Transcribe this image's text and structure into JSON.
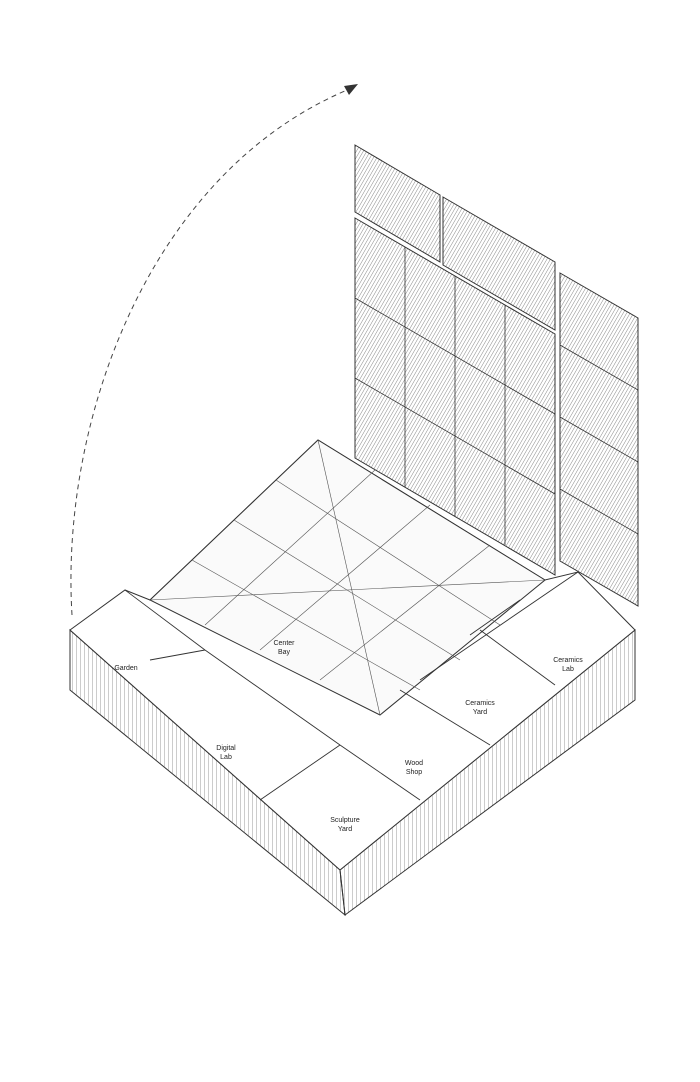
{
  "diagram": {
    "rooms": [
      {
        "id": "garden",
        "line1": "Garden",
        "line2": ""
      },
      {
        "id": "center-bay",
        "line1": "Center",
        "line2": "Bay"
      },
      {
        "id": "digital-lab",
        "line1": "Digital",
        "line2": "Lab"
      },
      {
        "id": "sculpture-yard",
        "line1": "Sculpture",
        "line2": "Yard"
      },
      {
        "id": "wood-shop",
        "line1": "Wood",
        "line2": "Shop"
      },
      {
        "id": "ceramics-yard",
        "line1": "Ceramics",
        "line2": "Yard"
      },
      {
        "id": "ceramics-lab",
        "line1": "Ceramics",
        "line2": "Lab"
      }
    ],
    "colors": {
      "line": "#333333",
      "panel": "#7a7a7a",
      "paper": "#ffffff"
    }
  }
}
